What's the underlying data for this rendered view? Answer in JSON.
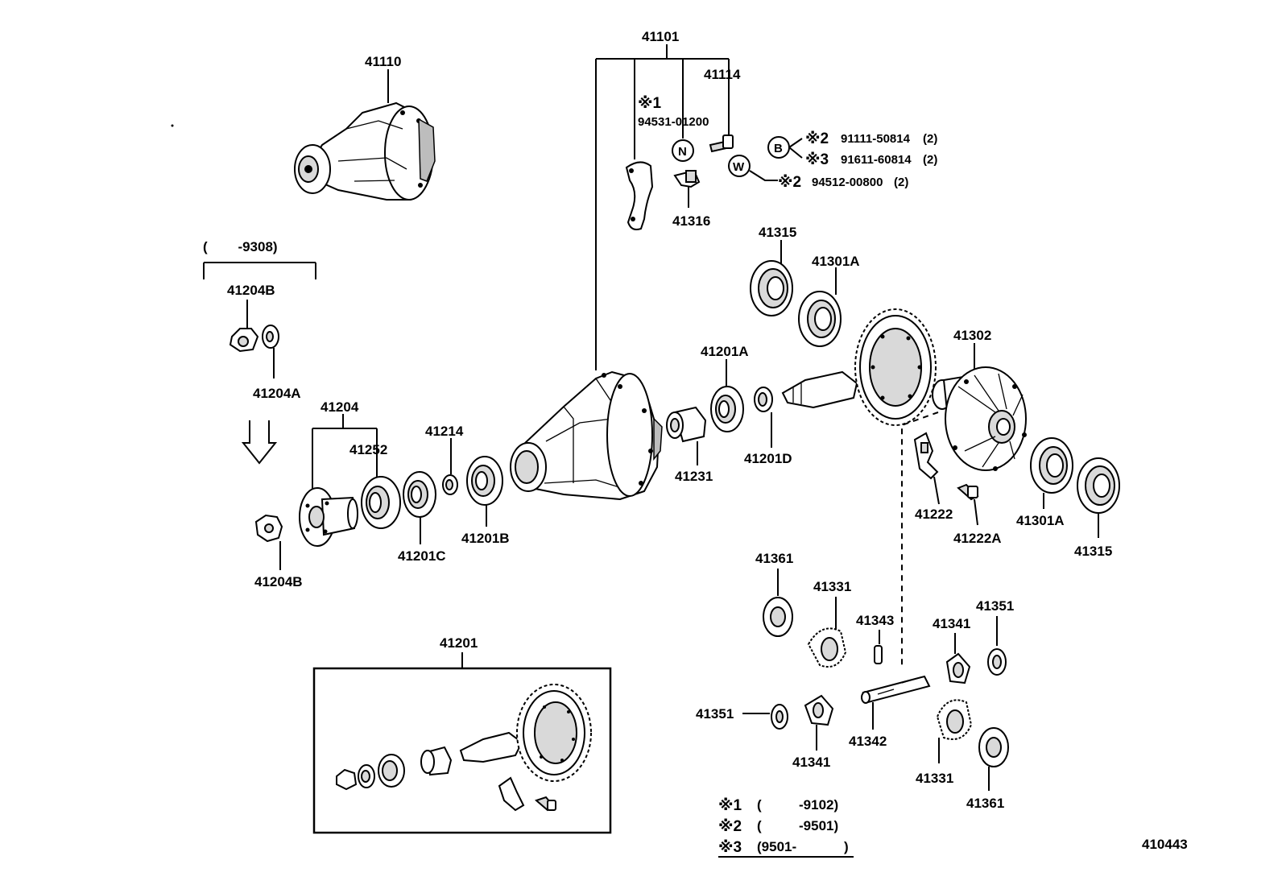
{
  "diagram_id": "410443",
  "labels": {
    "p41110": "41110",
    "p41101": "41101",
    "p41114": "41114",
    "ref1": "※1",
    "p94531": "94531-01200",
    "p41316": "41316",
    "symN": "N",
    "symB": "B",
    "symW": "W",
    "ref2a": "※2",
    "p91111": "91111-50814",
    "qty2a": "(2)",
    "ref3a": "※3",
    "p91611": "91611-60814",
    "qty2b": "(2)",
    "ref2b": "※2",
    "p94512": "94512-00800",
    "qty2c": "(2)",
    "range9308": "(        -9308)",
    "p41204B_top": "41204B",
    "p41204A": "41204A",
    "p41204": "41204",
    "p41252": "41252",
    "p41214": "41214",
    "p41201C": "41201C",
    "p41201B": "41201B",
    "p41204B_bot": "41204B",
    "p41315_top": "41315",
    "p41301A_top": "41301A",
    "p41201A": "41201A",
    "p41302": "41302",
    "p41231": "41231",
    "p41201D": "41201D",
    "p41222": "41222",
    "p41222A": "41222A",
    "p41301A_bot": "41301A",
    "p41315_bot": "41315",
    "p41361_top": "41361",
    "p41331_top": "41331",
    "p41343": "41343",
    "p41341_right": "41341",
    "p41351_right": "41351",
    "p41351_left": "41351",
    "p41341_left": "41341",
    "p41342": "41342",
    "p41331_bot": "41331",
    "p41361_bot": "41361",
    "p41201": "41201"
  },
  "legend": [
    {
      "mark": "※1",
      "open": "(",
      "range": "-9102)"
    },
    {
      "mark": "※2",
      "open": "(",
      "range": "-9501)"
    },
    {
      "mark": "※3",
      "open": "(9501-",
      "range": ")"
    }
  ]
}
